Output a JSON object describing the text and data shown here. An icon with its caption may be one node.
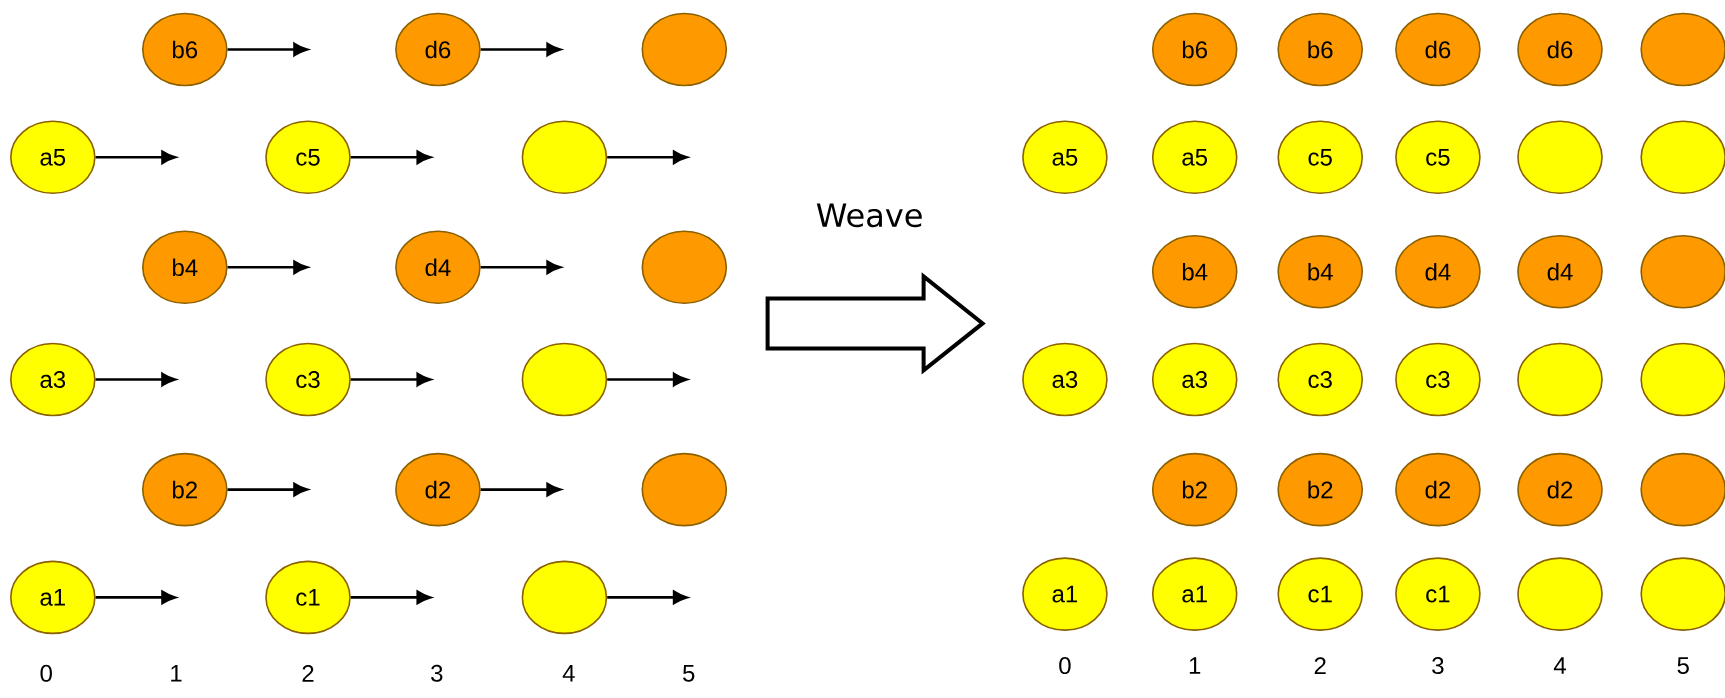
{
  "diagram": {
    "nodes": [
      {
        "text": [
          "b6"
        ]
      },
      {
        "text": [
          "d6"
        ]
      },
      {
        "text": [],
        "shape": "circle"
      },
      {
        "text": [
          "a5"
        ]
      },
      {
        "text": [
          "c5"
        ]
      },
      {
        "text": [],
        "shape": "circle"
      },
      {
        "text": [
          "b4"
        ]
      },
      {
        "text": [
          "d4"
        ]
      },
      {
        "text": [],
        "shape": "circle"
      },
      {
        "text": [
          "a3"
        ]
      },
      {
        "text": [
          "c3"
        ]
      },
      {
        "text": [],
        "shape": "circle"
      },
      {
        "text": [
          "b2"
        ]
      },
      {
        "text": [
          "d2"
        ]
      },
      {
        "text": [],
        "shape": "circle"
      },
      {
        "text": [
          "a1"
        ]
      },
      {
        "text": [
          "c1"
        ]
      },
      {
        "text": [],
        "shape": "circle"
      },
      {
        "text": [
          "b6"
        ]
      },
      {
        "text": [
          "b6"
        ]
      },
      {
        "text": [
          "d6"
        ]
      },
      {
        "text": [
          "d6"
        ]
      },
      {
        "text": [],
        "shape": "circle"
      },
      {
        "text": [
          "a5"
        ]
      },
      {
        "text": [
          "a5"
        ]
      },
      {
        "text": [
          "c5"
        ]
      },
      {
        "text": [
          "c5"
        ]
      },
      {
        "text": [],
        "shape": "circle"
      },
      {
        "text": [],
        "shape": "circle"
      },
      {
        "text": [
          "b4"
        ]
      },
      {
        "text": [
          "b4"
        ]
      },
      {
        "text": [
          "d4"
        ]
      },
      {
        "text": [
          "d4"
        ]
      },
      {
        "text": [],
        "shape": "circle"
      },
      {
        "text": [
          "a3"
        ]
      },
      {
        "text": [
          "a3"
        ]
      },
      {
        "text": [
          "c3"
        ]
      },
      {
        "text": [
          "c3"
        ]
      },
      {
        "text": [],
        "shape": "circle"
      },
      {
        "text": [],
        "shape": "circle"
      },
      {
        "text": [
          "b2"
        ]
      },
      {
        "text": [
          "b2"
        ]
      },
      {
        "text": [
          "d2"
        ]
      },
      {
        "text": [
          "d2"
        ]
      },
      {
        "text": [],
        "shape": "circle"
      },
      {
        "text": [
          "a1"
        ]
      },
      {
        "text": [
          "a1"
        ]
      },
      {
        "text": [
          "c1"
        ]
      },
      {
        "text": [
          "c1"
        ]
      },
      {
        "text": [],
        "shape": "circle"
      },
      {
        "text": [],
        "shape": "circle"
      }
    ],
    "edges": [
      {
        "from": 0,
        "to": null,
        "arrow": "to"
      },
      {
        "from": 1,
        "to": null,
        "arrow": "to"
      },
      {
        "from": 3,
        "to": null,
        "arrow": "to"
      },
      {
        "from": 4,
        "to": null,
        "arrow": "to"
      },
      {
        "from": 5,
        "to": null,
        "arrow": "to"
      },
      {
        "from": 6,
        "to": null,
        "arrow": "to"
      },
      {
        "from": 7,
        "to": null,
        "arrow": "to"
      },
      {
        "from": 9,
        "to": null,
        "arrow": "to"
      },
      {
        "from": 10,
        "to": null,
        "arrow": "to"
      },
      {
        "from": 11,
        "to": null,
        "arrow": "to"
      },
      {
        "from": 12,
        "to": null,
        "arrow": "to"
      },
      {
        "from": 13,
        "to": null,
        "arrow": "to"
      },
      {
        "from": 15,
        "to": null,
        "arrow": "to"
      },
      {
        "from": 16,
        "to": null,
        "arrow": "to"
      },
      {
        "from": 17,
        "to": null,
        "arrow": "to"
      },
      {
        "from": 8,
        "to": 34,
        "arrow": "to",
        "style": "thick",
        "label": "Weave"
      }
    ],
    "labels": [
      "0",
      "1",
      "2",
      "3",
      "4",
      "5",
      "0",
      "1",
      "2",
      "3",
      "4",
      "5"
    ]
  }
}
